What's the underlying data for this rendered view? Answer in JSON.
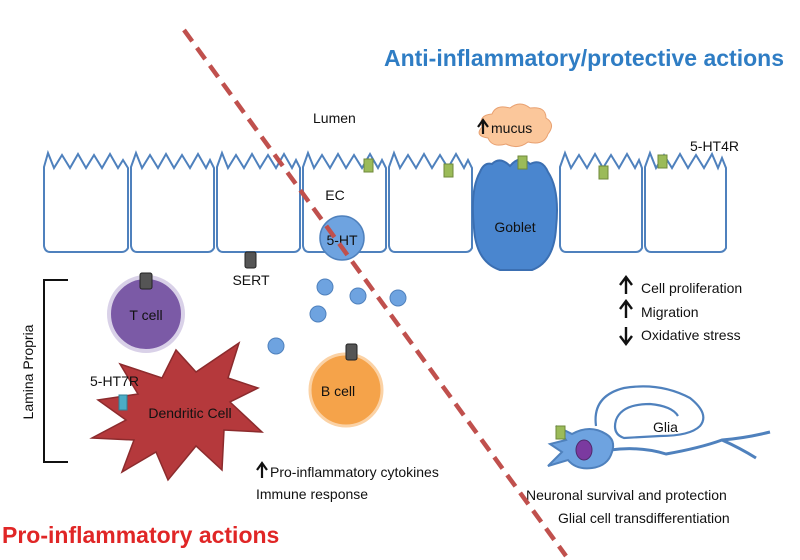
{
  "headings": {
    "anti": "Anti-inflammatory/protective actions",
    "pro": "Pro-inflammatory actions"
  },
  "labels": {
    "lumen": "Lumen",
    "mucus": "mucus",
    "receptor_4": "5-HT4R",
    "ec": "EC",
    "serotonin": "5-HT",
    "goblet": "Goblet",
    "sert": "SERT",
    "t_cell": "T cell",
    "b_cell": "B cell",
    "receptor_7": "5-HT7R",
    "dendritic": "Dendritic Cell",
    "lamina": "Lamina Propria",
    "glia": "Glia"
  },
  "effects_epithelial": [
    {
      "arrow": "up",
      "text": "Cell proliferation"
    },
    {
      "arrow": "up",
      "text": "Migration"
    },
    {
      "arrow": "down",
      "text": "Oxidative stress"
    }
  ],
  "effects_immune": {
    "cytokines": "Pro-inflammatory cytokines",
    "response": "Immune response"
  },
  "effects_neuronal": {
    "line1": "Neuronal survival and protection",
    "line2": "Glial cell transdifferentiation"
  },
  "colors": {
    "anti_heading": "#2f7dc4",
    "pro_heading": "#e02626",
    "divider": "#c0504d",
    "epithelium_stroke": "#4f81bd",
    "cell_blue": "#6ea3e0",
    "goblet": "#4a86cf",
    "t_cell": "#7b5aa6",
    "b_cell": "#f5a34a",
    "dendritic": "#b5393c",
    "mucus": "#fbc79b",
    "receptor_green": "#9bbb59",
    "receptor_teal": "#4bacc6"
  }
}
